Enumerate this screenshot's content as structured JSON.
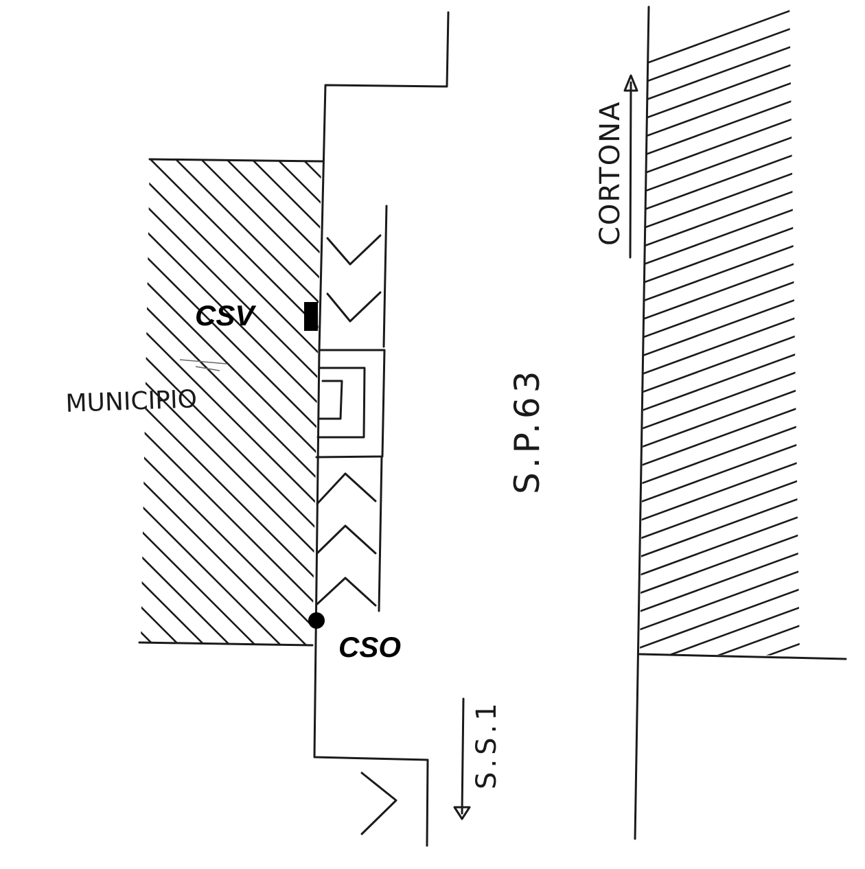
{
  "labels": {
    "municipio": "MUNICIPIO",
    "csv": "CSV",
    "cso": "CSO",
    "road_main": "S.P.63",
    "direction_north": "CORTONA",
    "direction_south": "S.S.1"
  },
  "colors": {
    "ink": "#1a1a1a",
    "marker": "#000000",
    "background": "#ffffff"
  }
}
